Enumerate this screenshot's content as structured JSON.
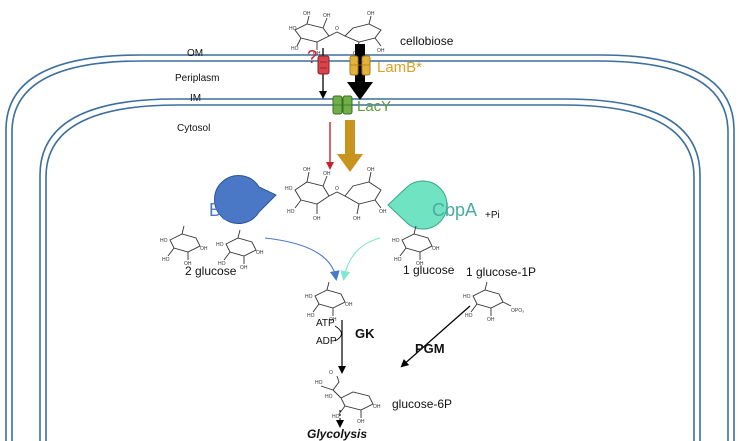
{
  "compartments": {
    "outer_membrane": "OM",
    "periplasm": "Periplasm",
    "inner_membrane": "IM",
    "cytosol": "Cytosol"
  },
  "molecules": {
    "cellobiose": "cellobiose",
    "two_glucose": "2 glucose",
    "one_glucose": "1 glucose",
    "glucose_1p": "1 glucose-1P",
    "glucose_6p": "glucose-6P",
    "glycolysis": "Glycolysis"
  },
  "transporters": {
    "unknown_porin": "?",
    "lamb": "LamB*",
    "lacy": "LacY"
  },
  "enzymes": {
    "bgla": "BglA",
    "cbpa": "CbpA",
    "phosphate": "+Pi",
    "gk": "GK",
    "pgm": "PGM"
  },
  "cofactors": {
    "atp": "ATP",
    "adp": "ADP"
  },
  "colors": {
    "membrane": "#3d6f9e",
    "unknown_porin": "#d9434b",
    "lamb": "#d9a227",
    "lacy": "#5e9b3a",
    "bgla": "#4a78c6",
    "cbpa": "#6fe3c2",
    "flux_arrow_gold": "#c8941e",
    "flux_arrow_red": "#c0262c"
  }
}
